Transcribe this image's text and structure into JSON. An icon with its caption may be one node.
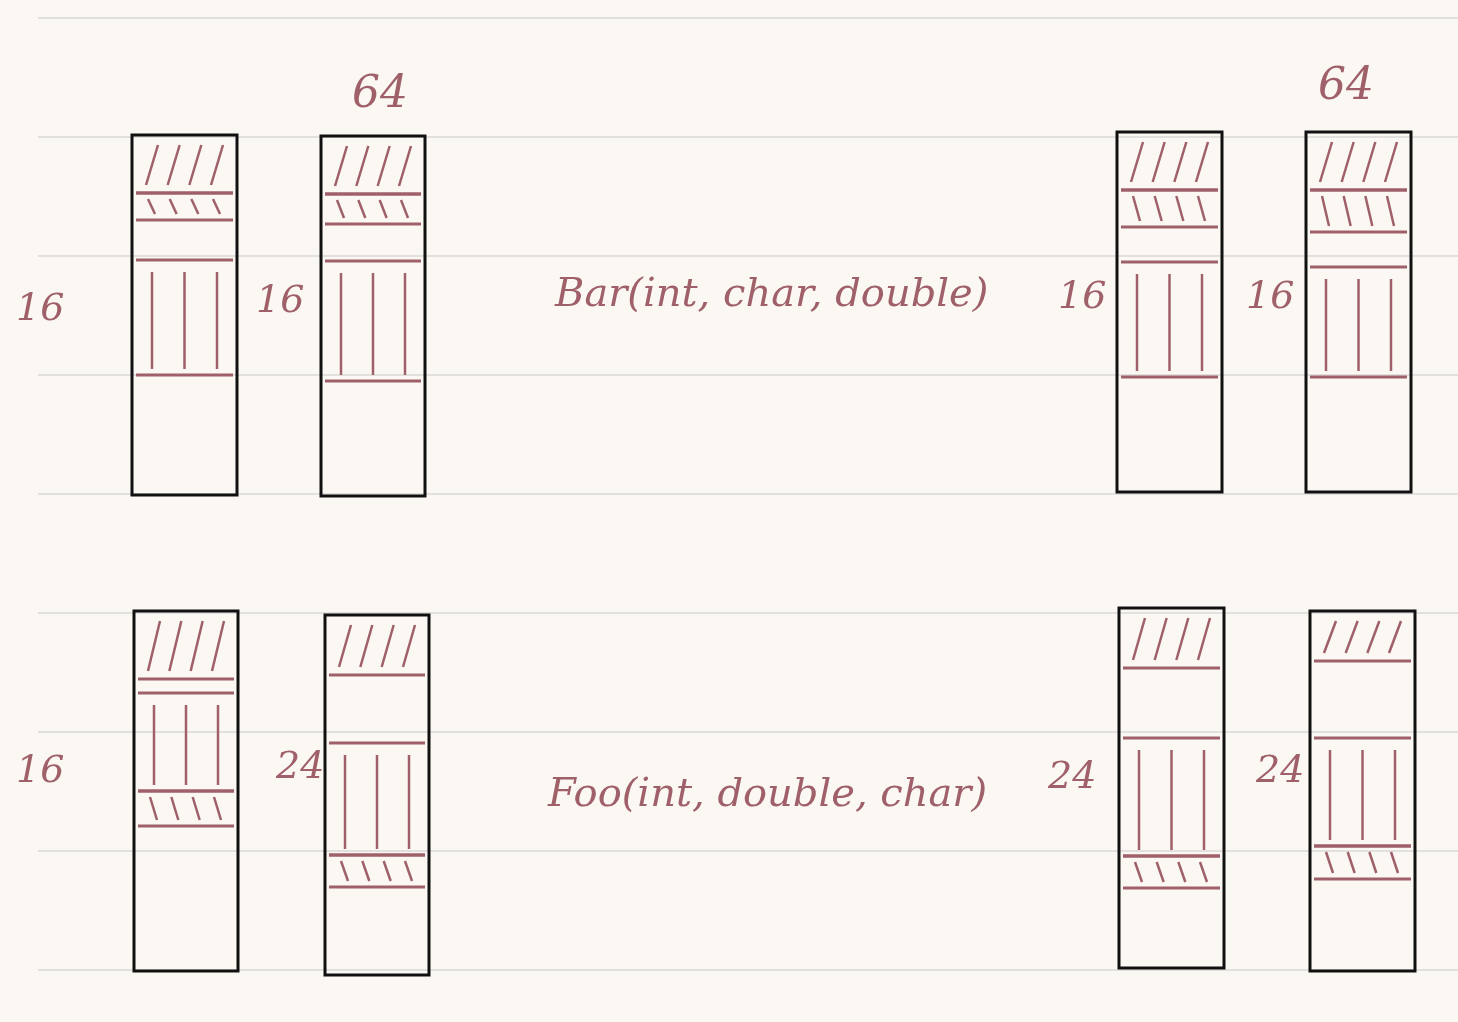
{
  "diagram": {
    "labels": [
      "64",
      "64",
      "16",
      "16",
      "Bar(int, char, double)",
      "16",
      "16",
      "16",
      "24",
      "Foo(int, double, char)",
      "24",
      "24"
    ]
  }
}
